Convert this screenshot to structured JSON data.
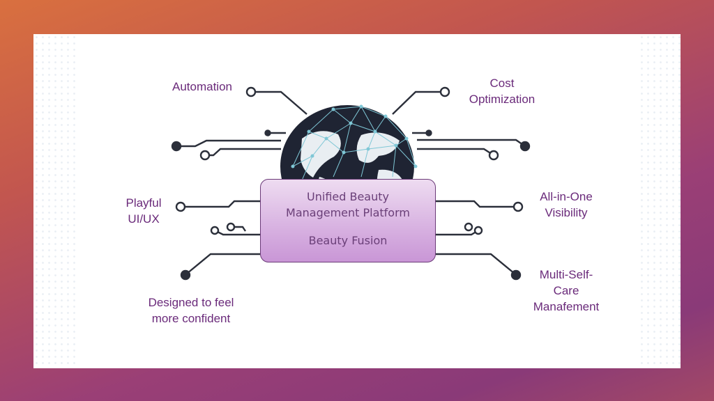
{
  "slide": {
    "center": {
      "title": "Unified Beauty\nManagement Platform",
      "subtitle": "Beauty Fusion"
    },
    "features": {
      "automation": "Automation",
      "cost_optimization": "Cost\nOptimization",
      "playful_ui": "Playful\nUI/UX",
      "all_in_one": "All-in-One\nVisibility",
      "designed_confident": "Designed to feel\nmore confident",
      "multi_self_care": "Multi-Self-\nCare\nManafement"
    }
  },
  "colors": {
    "label_text": "#6a2a7a",
    "circuit": "#2b2f3a",
    "network": "#7fc7d6",
    "globe": "#1f2433",
    "box_fill": "#d9b4e2",
    "box_border": "#6b3a78"
  },
  "icons": [
    "globe-icon",
    "network-mesh-icon",
    "circuit-lines-icon"
  ]
}
